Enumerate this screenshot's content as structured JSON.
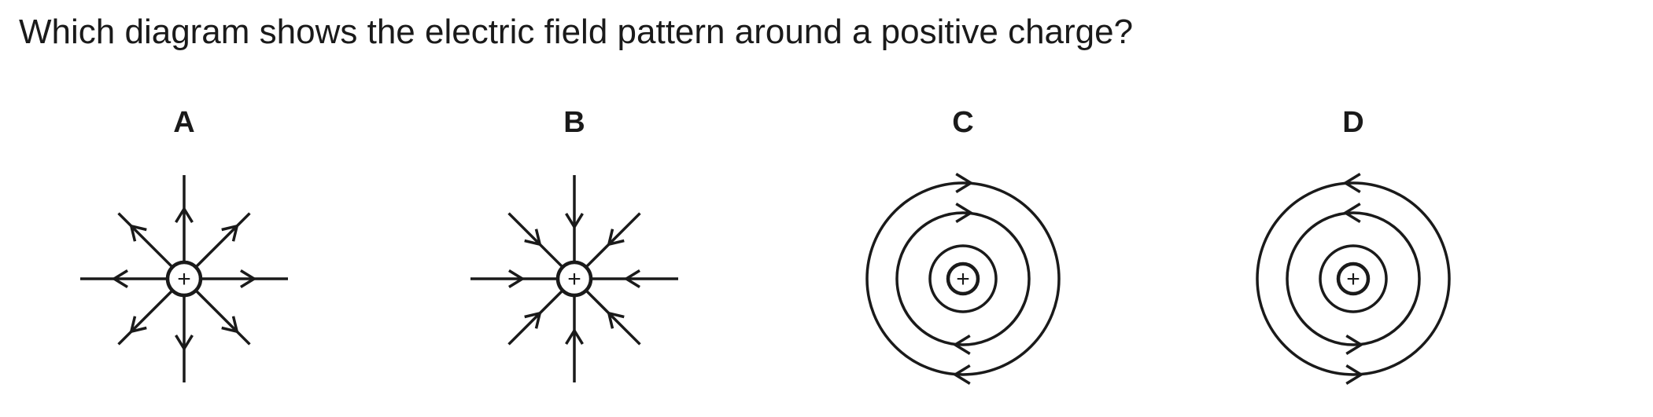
{
  "question": {
    "text": "Which diagram shows the electric field pattern around a positive charge?"
  },
  "options": [
    {
      "label": "A",
      "pattern": "radial",
      "arrows": "outward",
      "charge_symbol": "+"
    },
    {
      "label": "B",
      "pattern": "radial",
      "arrows": "inward",
      "charge_symbol": "+"
    },
    {
      "label": "C",
      "pattern": "concentric",
      "arrows": "clockwise",
      "charge_symbol": "+"
    },
    {
      "label": "D",
      "pattern": "concentric",
      "arrows": "anticlockwise",
      "charge_symbol": "+"
    }
  ],
  "colors": {
    "ink": "#1a1a1a",
    "background": "#ffffff"
  }
}
